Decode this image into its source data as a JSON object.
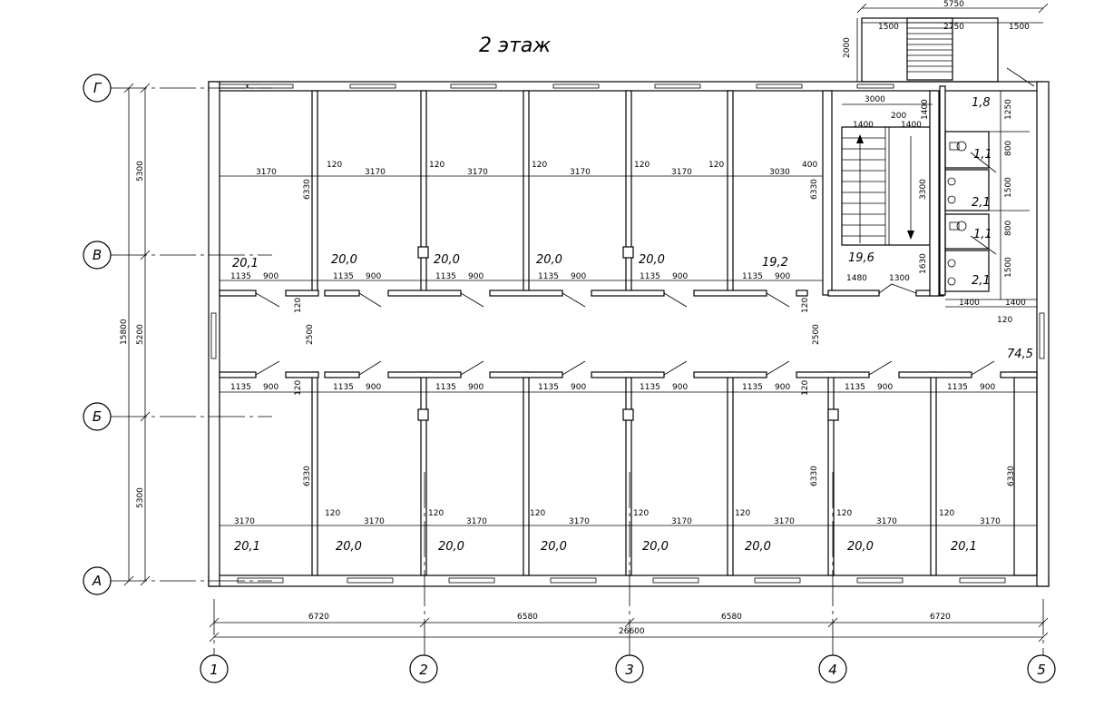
{
  "title": "2 этаж",
  "axes_horizontal": [
    "Г",
    "В",
    "Б",
    "А"
  ],
  "axes_vertical": [
    "1",
    "2",
    "3",
    "4",
    "5"
  ],
  "dimensions": {
    "left_total": "15800",
    "left_parts": [
      "5300",
      "5200",
      "5300"
    ],
    "bottom_spans": [
      "6720",
      "6580",
      "6580",
      "6720"
    ],
    "bottom_total": "26600",
    "stair_top_total": "5750",
    "stair_top_parts": [
      "1500",
      "2750",
      "1500"
    ],
    "stair_top_side": "2000",
    "stair_width": "3000",
    "stair_flight_a": "1400",
    "stair_gap": "200",
    "stair_flight_b": "1400",
    "stair_side": "1400",
    "stair_length": "3300",
    "stair_landing": "1630",
    "stair_wall": "400",
    "stair_door_a": "1480",
    "stair_door_b": "1300",
    "wc_dims": [
      "1250",
      "800",
      "1500",
      "800",
      "1500"
    ],
    "wc_bottom": [
      "1400",
      "1400",
      "120"
    ],
    "room_width": "3170",
    "room_width_last": "3030",
    "wall_thickness": "120",
    "room_depth": "6330",
    "corridor_width": "2500",
    "door_offset": "1135",
    "door_width": "900"
  },
  "rooms": {
    "top_areas": [
      "20,1",
      "20,0",
      "20,0",
      "20,0",
      "20,0",
      "19,2"
    ],
    "stair_area": "19,6",
    "wc_areas": [
      "1,8",
      "1,1",
      "2,1",
      "1,1",
      "2,1"
    ],
    "corridor_area": "74,5",
    "bottom_areas": [
      "20,1",
      "20,0",
      "20,0",
      "20,0",
      "20,0",
      "20,0",
      "20,0",
      "20,1"
    ]
  }
}
